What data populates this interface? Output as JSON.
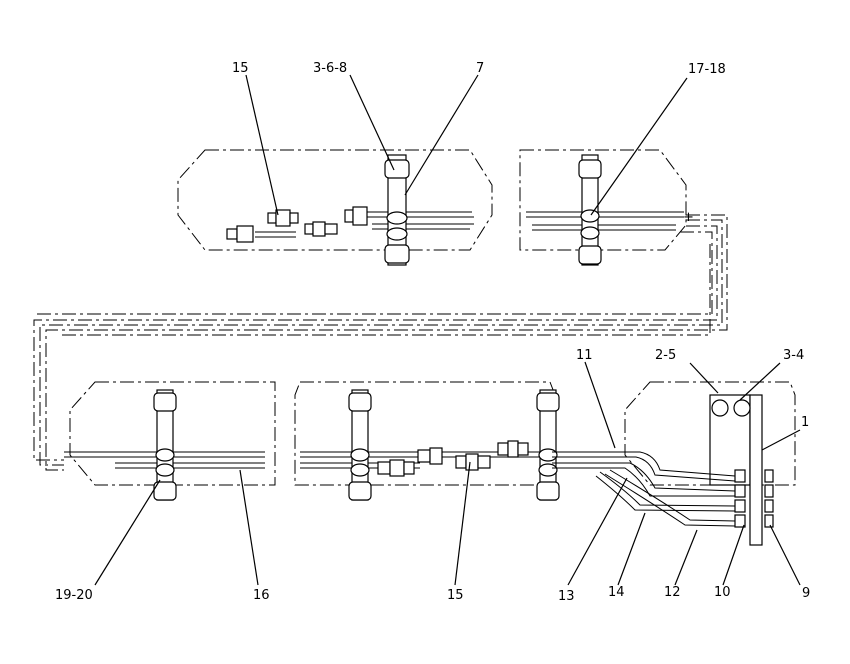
{
  "diagram": {
    "labels": {
      "l15a": "15",
      "l368": "3-6-8",
      "l7": "7",
      "l1718": "17-18",
      "l11": "11",
      "l25": "2-5",
      "l34": "3-4",
      "l1": "1",
      "l1920": "19-20",
      "l16": "16",
      "l15b": "15",
      "l13": "13",
      "l14": "14",
      "l12": "12",
      "l10": "10",
      "l9": "9"
    }
  }
}
